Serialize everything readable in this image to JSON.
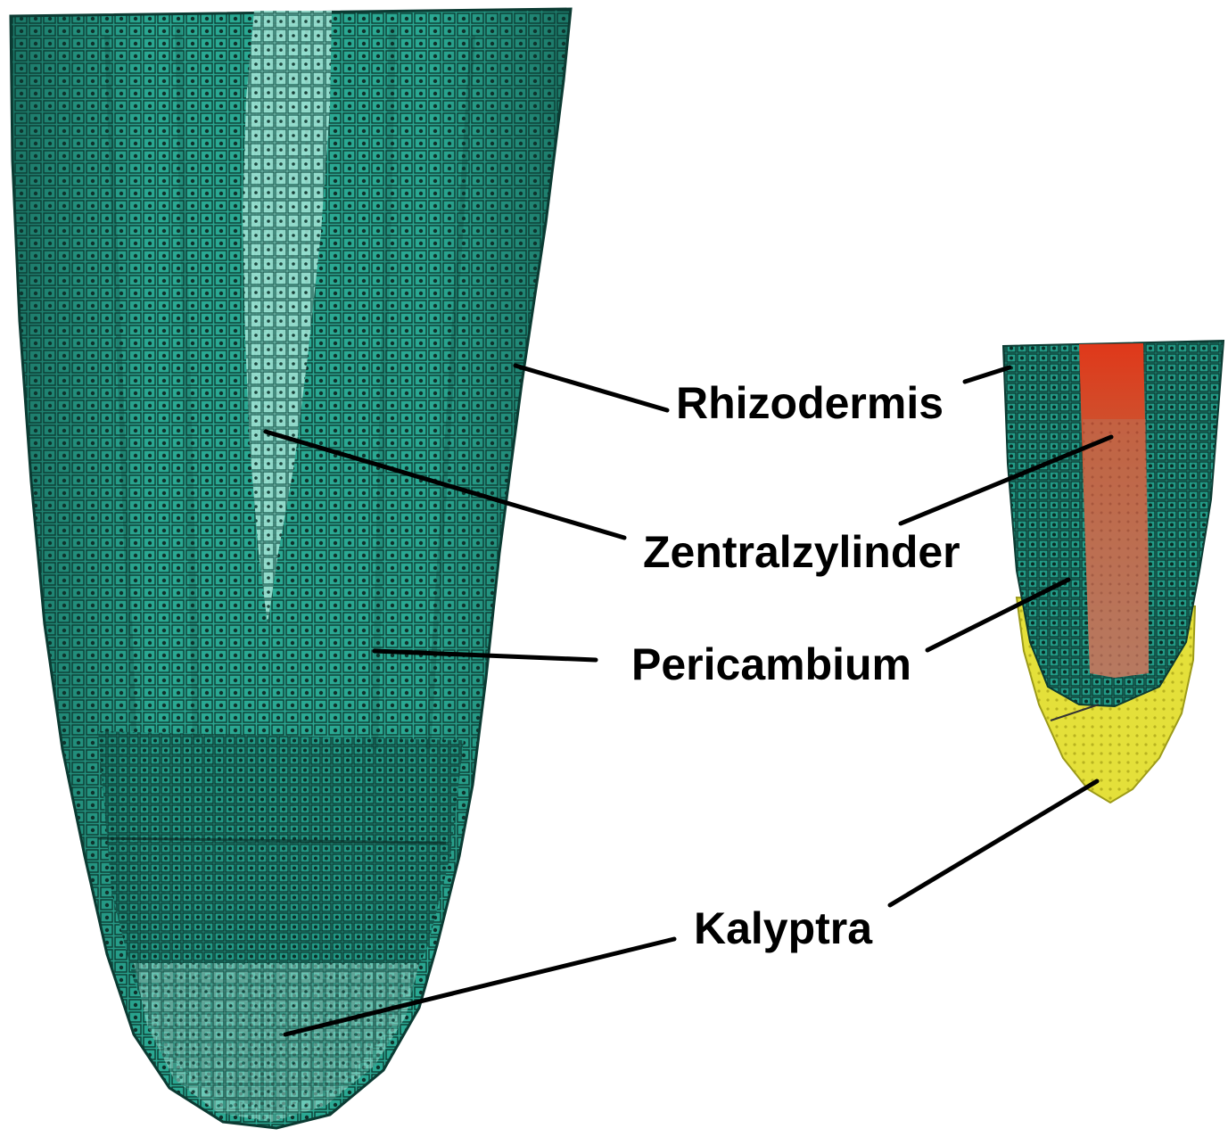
{
  "figure": {
    "labels": {
      "rhizodermis": "Rhizodermis",
      "zentralzylinder": "Zentralzylinder",
      "pericambium": "Pericambium",
      "kalyptra": "Kalyptra"
    }
  },
  "colors": {
    "tissue_green": "#1f9e8a",
    "tissue_green_dark": "#0c4a40",
    "tissue_green_light": "#5fd0bb",
    "central_cylinder_red": "#d8502a",
    "central_cylinder_brown": "#b5705a",
    "cap_yellow": "#e6e23a",
    "leader_line": "#000000",
    "background": "#ffffff"
  }
}
